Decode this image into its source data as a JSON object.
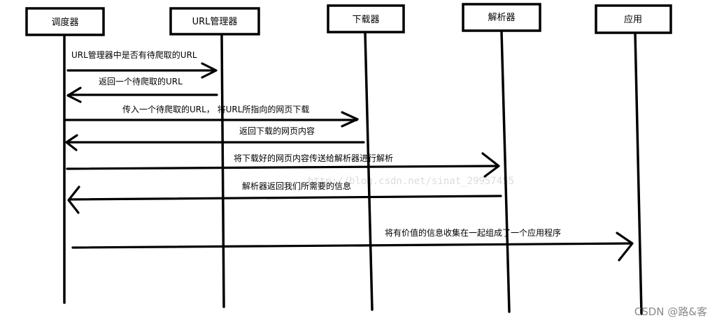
{
  "participants": [
    {
      "id": "scheduler",
      "label": "调度器"
    },
    {
      "id": "url_manager",
      "label": "URL管理器"
    },
    {
      "id": "downloader",
      "label": "下载器"
    },
    {
      "id": "parser",
      "label": "解析器"
    },
    {
      "id": "application",
      "label": "应用"
    }
  ],
  "messages": [
    {
      "from": "scheduler",
      "to": "url_manager",
      "label": "URL管理器中是否有待爬取的URL"
    },
    {
      "from": "url_manager",
      "to": "scheduler",
      "label": "返回一个待爬取的URL"
    },
    {
      "from": "scheduler",
      "to": "downloader",
      "label": "传入一个待爬取的URL， 将URL所指向的网页下载"
    },
    {
      "from": "downloader",
      "to": "scheduler",
      "label": "返回下载的网页内容"
    },
    {
      "from": "scheduler",
      "to": "parser",
      "label": "将下载好的网页内容传送给解析器进行解析"
    },
    {
      "from": "parser",
      "to": "scheduler",
      "label": "解析器返回我们所需要的信息"
    },
    {
      "from": "scheduler",
      "to": "application",
      "label": "将有价值的信息收集在一起组成了一个应用程序"
    }
  ],
  "watermark": "http://blog.csdn.net/sinat_29957455",
  "footer": "CSDN @路&客"
}
